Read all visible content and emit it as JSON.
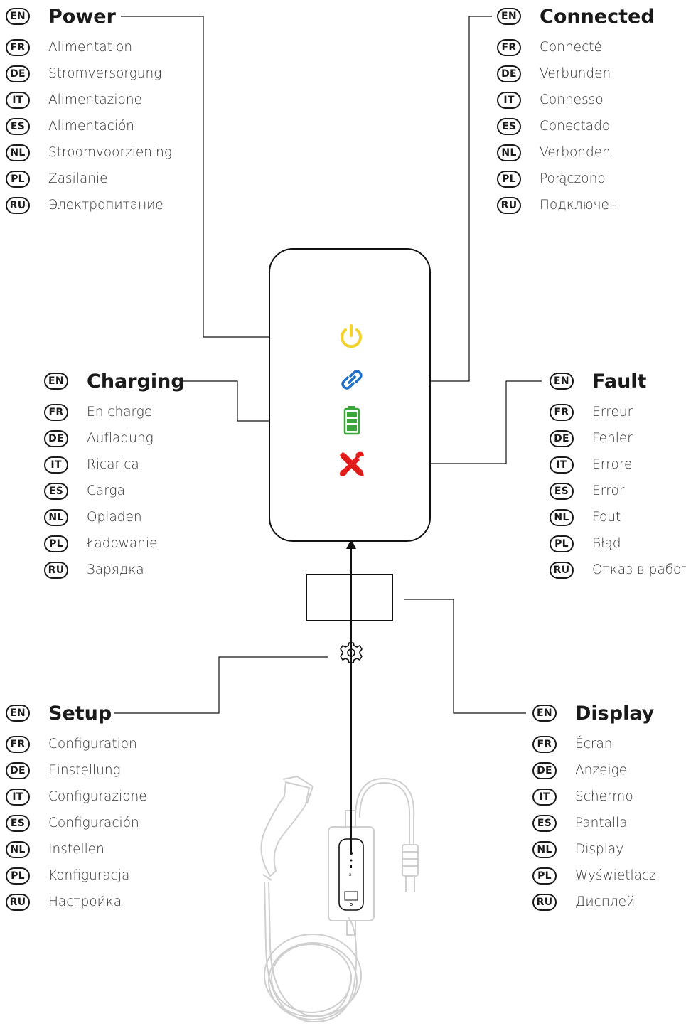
{
  "colors": {
    "power": "#f2d22b",
    "connected": "#1f6fc9",
    "charging": "#3aa63a",
    "fault": "#e21b1b",
    "outline": "#111111",
    "cable": "#cfcfcf"
  },
  "icons": {
    "power": "power-icon",
    "connected": "link-icon",
    "charging": "battery-icon",
    "fault": "wrench-screwdriver-icon",
    "setup": "gear-icon"
  },
  "groups": {
    "power": {
      "items": [
        {
          "code": "EN",
          "text": "Power"
        },
        {
          "code": "FR",
          "text": "Alimentation"
        },
        {
          "code": "DE",
          "text": "Stromversorgung"
        },
        {
          "code": "IT",
          "text": "Alimentazione"
        },
        {
          "code": "ES",
          "text": "Alimentación"
        },
        {
          "code": "NL",
          "text": "Stroomvoorziening"
        },
        {
          "code": "PL",
          "text": "Zasilanie"
        },
        {
          "code": "RU",
          "text": "Электропитание"
        }
      ]
    },
    "connected": {
      "items": [
        {
          "code": "EN",
          "text": "Connected"
        },
        {
          "code": "FR",
          "text": "Connecté"
        },
        {
          "code": "DE",
          "text": "Verbunden"
        },
        {
          "code": "IT",
          "text": "Connesso"
        },
        {
          "code": "ES",
          "text": "Conectado"
        },
        {
          "code": "NL",
          "text": "Verbonden"
        },
        {
          "code": "PL",
          "text": "Połączono"
        },
        {
          "code": "RU",
          "text": "Подключен"
        }
      ]
    },
    "charging": {
      "items": [
        {
          "code": "EN",
          "text": "Charging"
        },
        {
          "code": "FR",
          "text": "En charge"
        },
        {
          "code": "DE",
          "text": "Aufladung"
        },
        {
          "code": "IT",
          "text": "Ricarica"
        },
        {
          "code": "ES",
          "text": "Carga"
        },
        {
          "code": "NL",
          "text": "Opladen"
        },
        {
          "code": "PL",
          "text": "Ładowanie"
        },
        {
          "code": "RU",
          "text": "Зарядка"
        }
      ]
    },
    "fault": {
      "items": [
        {
          "code": "EN",
          "text": "Fault"
        },
        {
          "code": "FR",
          "text": "Erreur"
        },
        {
          "code": "DE",
          "text": "Fehler"
        },
        {
          "code": "IT",
          "text": "Errore"
        },
        {
          "code": "ES",
          "text": "Error"
        },
        {
          "code": "NL",
          "text": "Fout"
        },
        {
          "code": "PL",
          "text": "Błąd"
        },
        {
          "code": "RU",
          "text": "Отказ в работе"
        }
      ]
    },
    "setup": {
      "items": [
        {
          "code": "EN",
          "text": "Setup"
        },
        {
          "code": "FR",
          "text": "Configuration"
        },
        {
          "code": "DE",
          "text": "Einstellung"
        },
        {
          "code": "IT",
          "text": "Configurazione"
        },
        {
          "code": "ES",
          "text": "Configuración"
        },
        {
          "code": "NL",
          "text": "Instellen"
        },
        {
          "code": "PL",
          "text": "Konfiguracja"
        },
        {
          "code": "RU",
          "text": "Настройка"
        }
      ]
    },
    "display": {
      "items": [
        {
          "code": "EN",
          "text": "Display"
        },
        {
          "code": "FR",
          "text": "Écran"
        },
        {
          "code": "DE",
          "text": "Anzeige"
        },
        {
          "code": "IT",
          "text": "Schermo"
        },
        {
          "code": "ES",
          "text": "Pantalla"
        },
        {
          "code": "NL",
          "text": "Display"
        },
        {
          "code": "PL",
          "text": "Wyświetlacz"
        },
        {
          "code": "RU",
          "text": "Дисплей"
        }
      ]
    }
  }
}
